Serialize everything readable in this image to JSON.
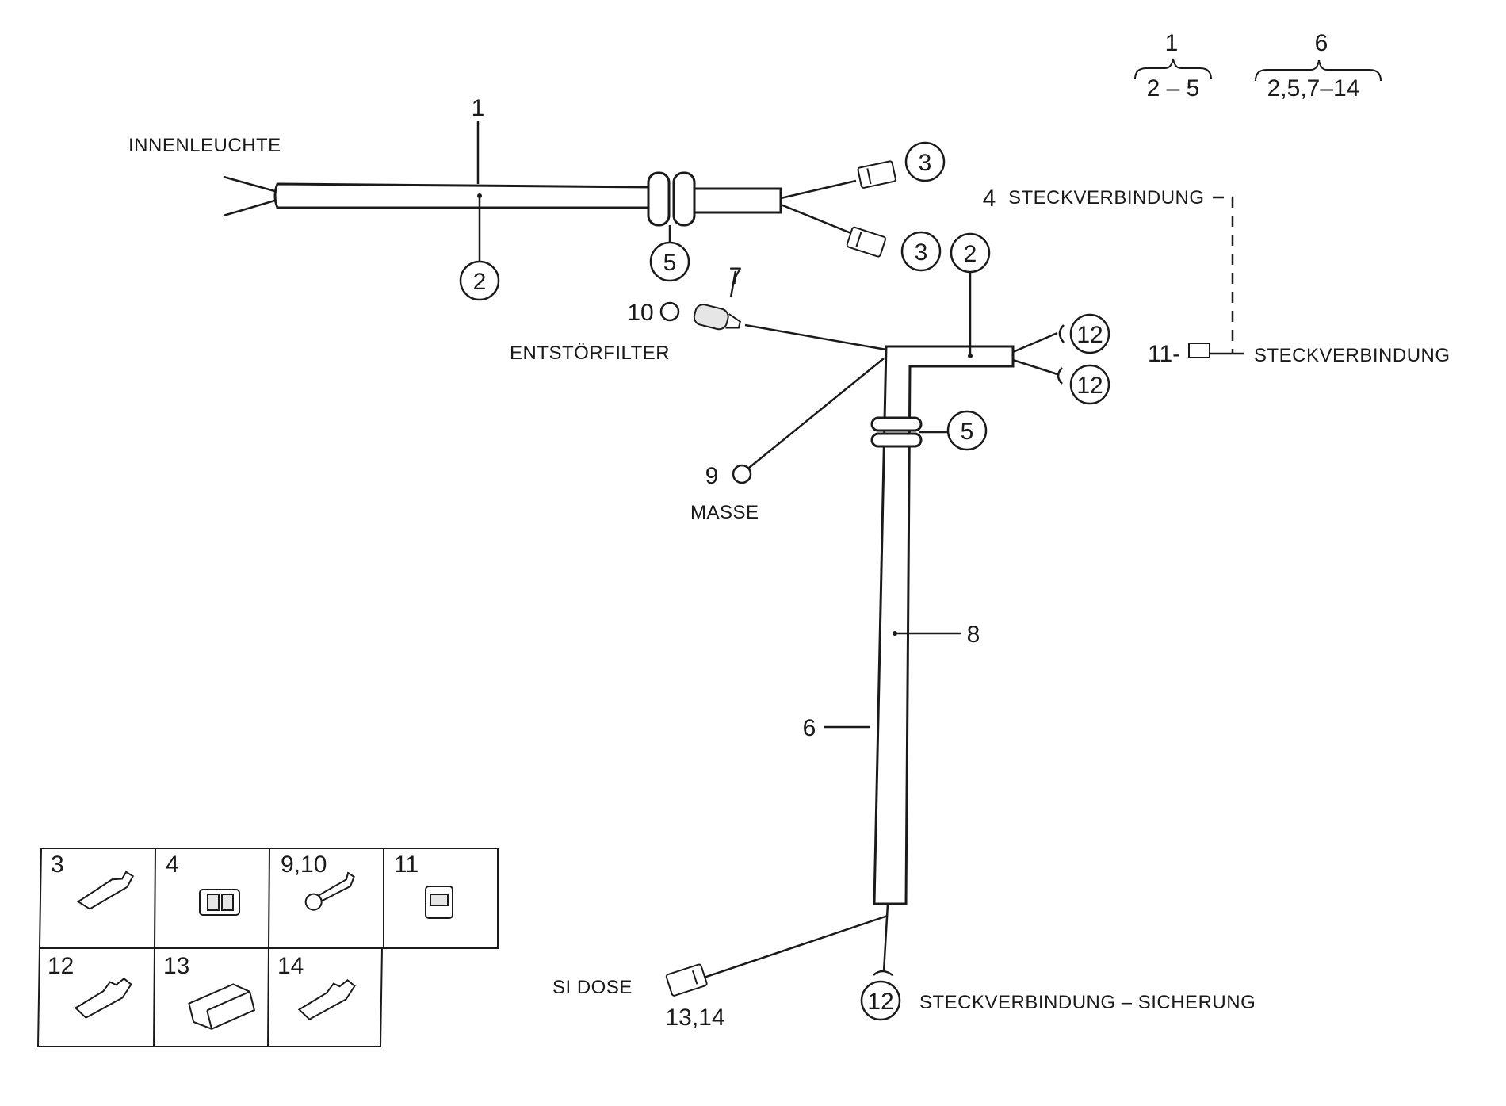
{
  "groups": [
    {
      "head": "1",
      "items": "2 – 5"
    },
    {
      "head": "6",
      "items": "2,5,7–14"
    }
  ],
  "labels": {
    "innenleuchte": "INNENLEUCHTE",
    "steckverbindung_4": "STECKVERBINDUNG",
    "steckverbindung_11": "STECKVERBINDUNG",
    "entstoerfilter": "ENTSTÖRFILTER",
    "masse": "MASSE",
    "si_dose": "SI DOSE",
    "steckverbindung_sicherung": "STECKVERBINDUNG – SICHERUNG"
  },
  "callouts": {
    "c1": "1",
    "c2a": "2",
    "c2b": "2",
    "c3a": "3",
    "c3b": "3",
    "c4": "4",
    "c5a": "5",
    "c5b": "5",
    "c6": "6",
    "c7": "7",
    "c8": "8",
    "c9": "9",
    "c10": "10",
    "c11": "11-",
    "c12a": "12",
    "c12b": "12",
    "c12c": "12",
    "c1314": "13,14"
  },
  "parts_table": [
    {
      "label": "3",
      "icon": "flat-terminal-icon"
    },
    {
      "label": "4",
      "icon": "connector-housing-icon"
    },
    {
      "label": "9,10",
      "icon": "ring-terminal-icon"
    },
    {
      "label": "11",
      "icon": "plug-housing-icon"
    },
    {
      "label": "12",
      "icon": "receptacle-terminal-icon"
    },
    {
      "label": "13",
      "icon": "fuse-box-connector-icon"
    },
    {
      "label": "14",
      "icon": "receptacle-terminal-icon"
    }
  ]
}
